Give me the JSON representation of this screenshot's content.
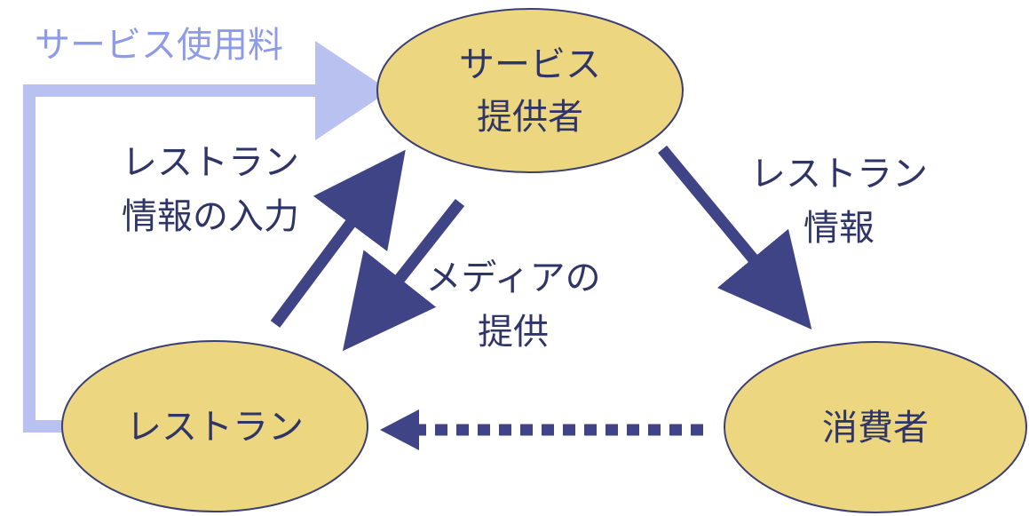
{
  "nodes": {
    "provider": {
      "line1": "サービス",
      "line2": "提供者"
    },
    "restaurant": {
      "label": "レストラン"
    },
    "consumer": {
      "label": "消費者"
    }
  },
  "edges": {
    "service_fee": {
      "label": "サービス使用料"
    },
    "restaurant_input": {
      "line1": "レストラン",
      "line2": "情報の入力"
    },
    "media_provision": {
      "line1": "メディアの",
      "line2": "提供"
    },
    "restaurant_info": {
      "line1": "レストラン",
      "line2": "情報"
    }
  },
  "colors": {
    "node_fill": "#ecd67f",
    "node_stroke": "#3b3f73",
    "arrow": "#3f4486",
    "fee_arrow": "#b8c1ef",
    "fee_text": "#8e9be8",
    "text": "#2f3567"
  }
}
